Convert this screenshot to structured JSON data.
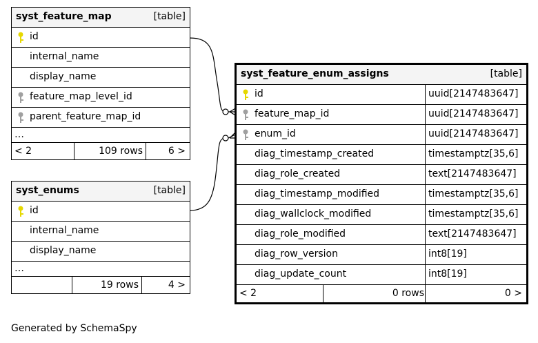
{
  "feature_map": {
    "name": "syst_feature_map",
    "kind": "[table]",
    "columns": [
      {
        "name": "id",
        "key": "primary"
      },
      {
        "name": "internal_name",
        "key": ""
      },
      {
        "name": "display_name",
        "key": ""
      },
      {
        "name": "feature_map_level_id",
        "key": "foreign"
      },
      {
        "name": "parent_feature_map_id",
        "key": "foreign"
      }
    ],
    "ellipsis": "…",
    "footer": {
      "parents": "< 2",
      "rows": "109 rows",
      "children": "6 >"
    }
  },
  "enums": {
    "name": "syst_enums",
    "kind": "[table]",
    "columns": [
      {
        "name": "id",
        "key": "primary"
      },
      {
        "name": "internal_name",
        "key": ""
      },
      {
        "name": "display_name",
        "key": ""
      }
    ],
    "ellipsis": "…",
    "footer": {
      "parents": "",
      "rows": "19 rows",
      "children": "4 >"
    }
  },
  "enum_assigns": {
    "name": "syst_feature_enum_assigns",
    "kind": "[table]",
    "columns": [
      {
        "name": "id",
        "type": "uuid[2147483647]",
        "key": "primary"
      },
      {
        "name": "feature_map_id",
        "type": "uuid[2147483647]",
        "key": "foreign"
      },
      {
        "name": "enum_id",
        "type": "uuid[2147483647]",
        "key": "foreign"
      },
      {
        "name": "diag_timestamp_created",
        "type": "timestamptz[35,6]",
        "key": ""
      },
      {
        "name": "diag_role_created",
        "type": "text[2147483647]",
        "key": ""
      },
      {
        "name": "diag_timestamp_modified",
        "type": "timestamptz[35,6]",
        "key": ""
      },
      {
        "name": "diag_wallclock_modified",
        "type": "timestamptz[35,6]",
        "key": ""
      },
      {
        "name": "diag_role_modified",
        "type": "text[2147483647]",
        "key": ""
      },
      {
        "name": "diag_row_version",
        "type": "int8[19]",
        "key": ""
      },
      {
        "name": "diag_update_count",
        "type": "int8[19]",
        "key": ""
      }
    ],
    "footer": {
      "parents": "< 2",
      "rows": "0 rows",
      "children": "0 >"
    }
  },
  "generated_by": "Generated by SchemaSpy",
  "colors": {
    "primary_key": "#e6d800",
    "foreign_key": "#a0a0a0",
    "header_bg": "#f4f4f4",
    "line": "#000000"
  }
}
